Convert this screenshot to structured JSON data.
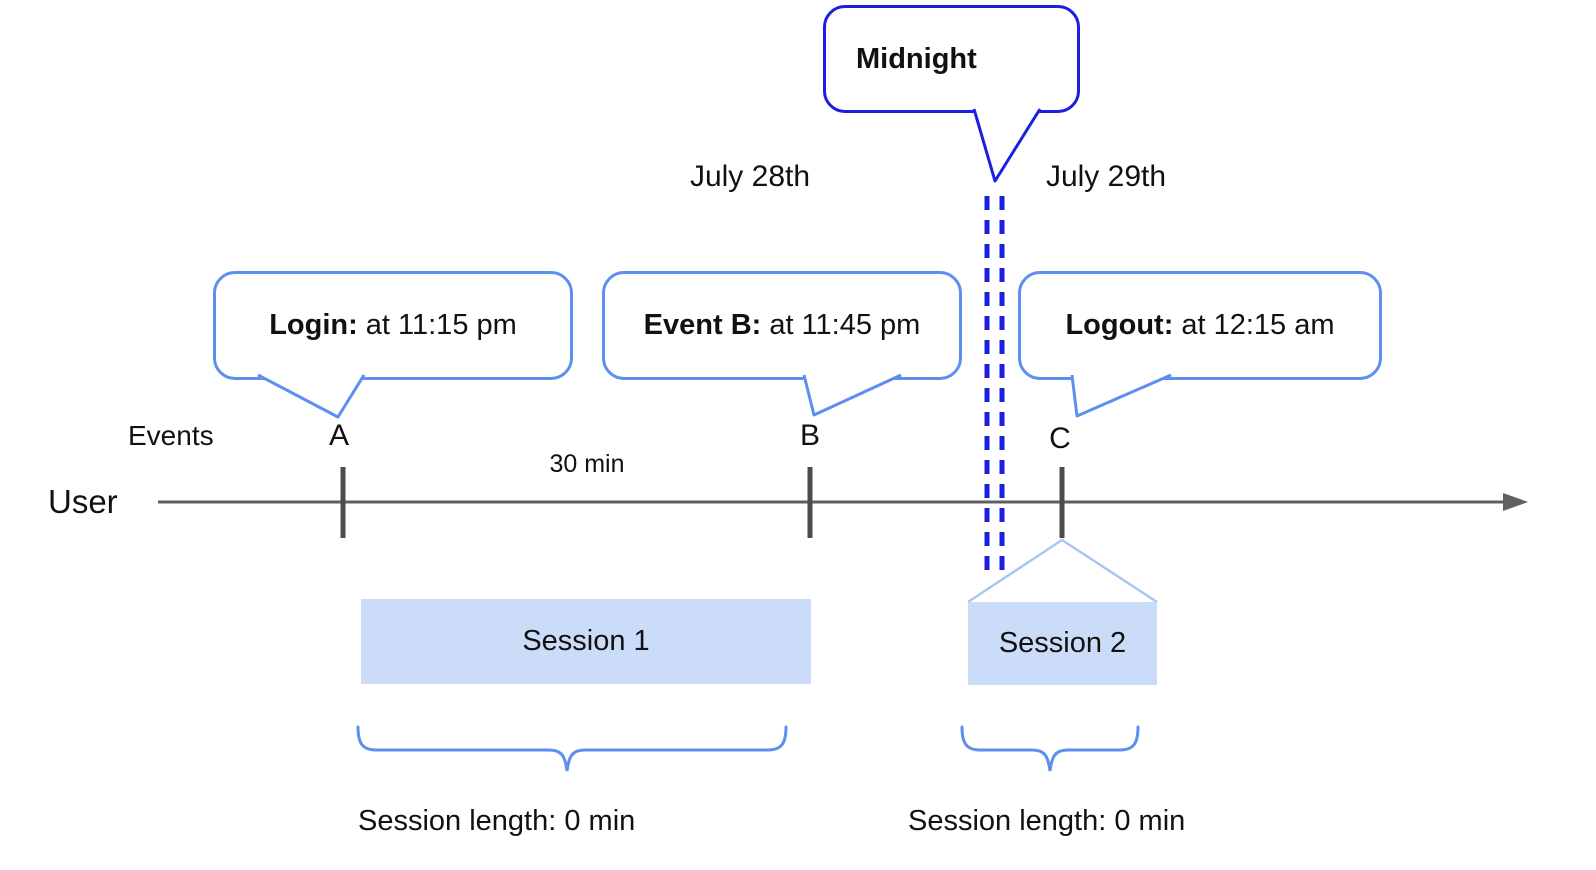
{
  "title": "User session across midnight diagram",
  "colors": {
    "dark_blue": "#1b20e0",
    "light_blue": "#5c8fee",
    "pale_blue": "#a9c6f5",
    "session_fill": "#cbdcf9",
    "axis_gray": "#606060",
    "text": "#111111"
  },
  "callouts": {
    "midnight": {
      "title": "Midnight"
    },
    "login": {
      "label": "Login:",
      "value": "at 11:15 pm"
    },
    "event_b": {
      "label": "Event B:",
      "value": "at 11:45 pm"
    },
    "logout": {
      "label": "Logout:",
      "value": "at 12:15 am"
    }
  },
  "dates": {
    "before": "July 28th",
    "after": "July 29th"
  },
  "axis": {
    "row_label": "User",
    "events_label": "Events",
    "interval_label": "30 min",
    "event_a": "A",
    "event_b": "B",
    "event_c": "C"
  },
  "sessions": {
    "s1": {
      "label": "Session 1",
      "length": "Session length: 0 min"
    },
    "s2": {
      "label": "Session 2",
      "length": "Session length: 0 min"
    }
  }
}
